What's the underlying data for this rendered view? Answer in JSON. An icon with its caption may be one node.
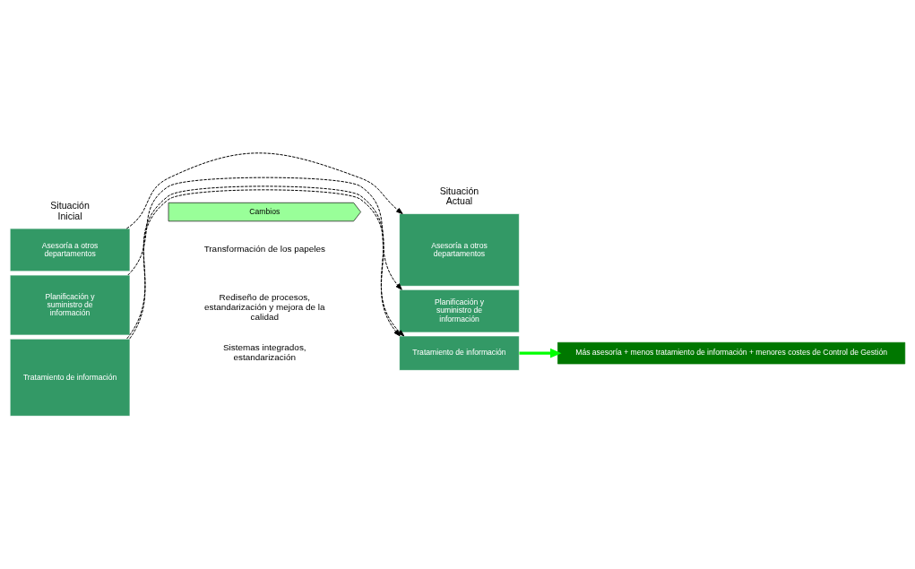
{
  "diagram": {
    "nodes": [
      {
        "text": [
          "Asesoría a otros departamentos"
        ]
      },
      {
        "text": [
          "Planificación y suministro de información"
        ]
      },
      {
        "text": [
          "Tratamiento de información"
        ]
      },
      {
        "text": [
          "Cambios"
        ]
      },
      {
        "text": [
          "Asesoría a otros departamentos"
        ]
      },
      {
        "text": [
          "Planificación y suministro de información"
        ]
      },
      {
        "text": [
          "Tratamiento de información"
        ]
      },
      {
        "text": [
          "Más asesoría + menos tratamiento de información + menores costes de Control de Gestión"
        ]
      }
    ],
    "edges": [
      {
        "from": 0,
        "to": 4,
        "arrow": "to",
        "style": "dashed"
      },
      {
        "from": 1,
        "to": 5,
        "arrow": "to",
        "style": "dashed"
      },
      {
        "from": 2,
        "to": 6,
        "arrow": "to",
        "style": "dashed"
      },
      {
        "from": 2,
        "to": 6,
        "arrow": "to",
        "style": "dashed"
      },
      {
        "from": 6,
        "to": 7,
        "arrow": "to",
        "style": "thick",
        "color": "#00ff00"
      }
    ],
    "labels": [
      "Situación Inicial",
      "Situación Actual",
      "Transformación de los papeles",
      "Rediseño de procesos, estandarización y mejora de la calidad",
      "Sistemas integrados, estandarización"
    ]
  }
}
